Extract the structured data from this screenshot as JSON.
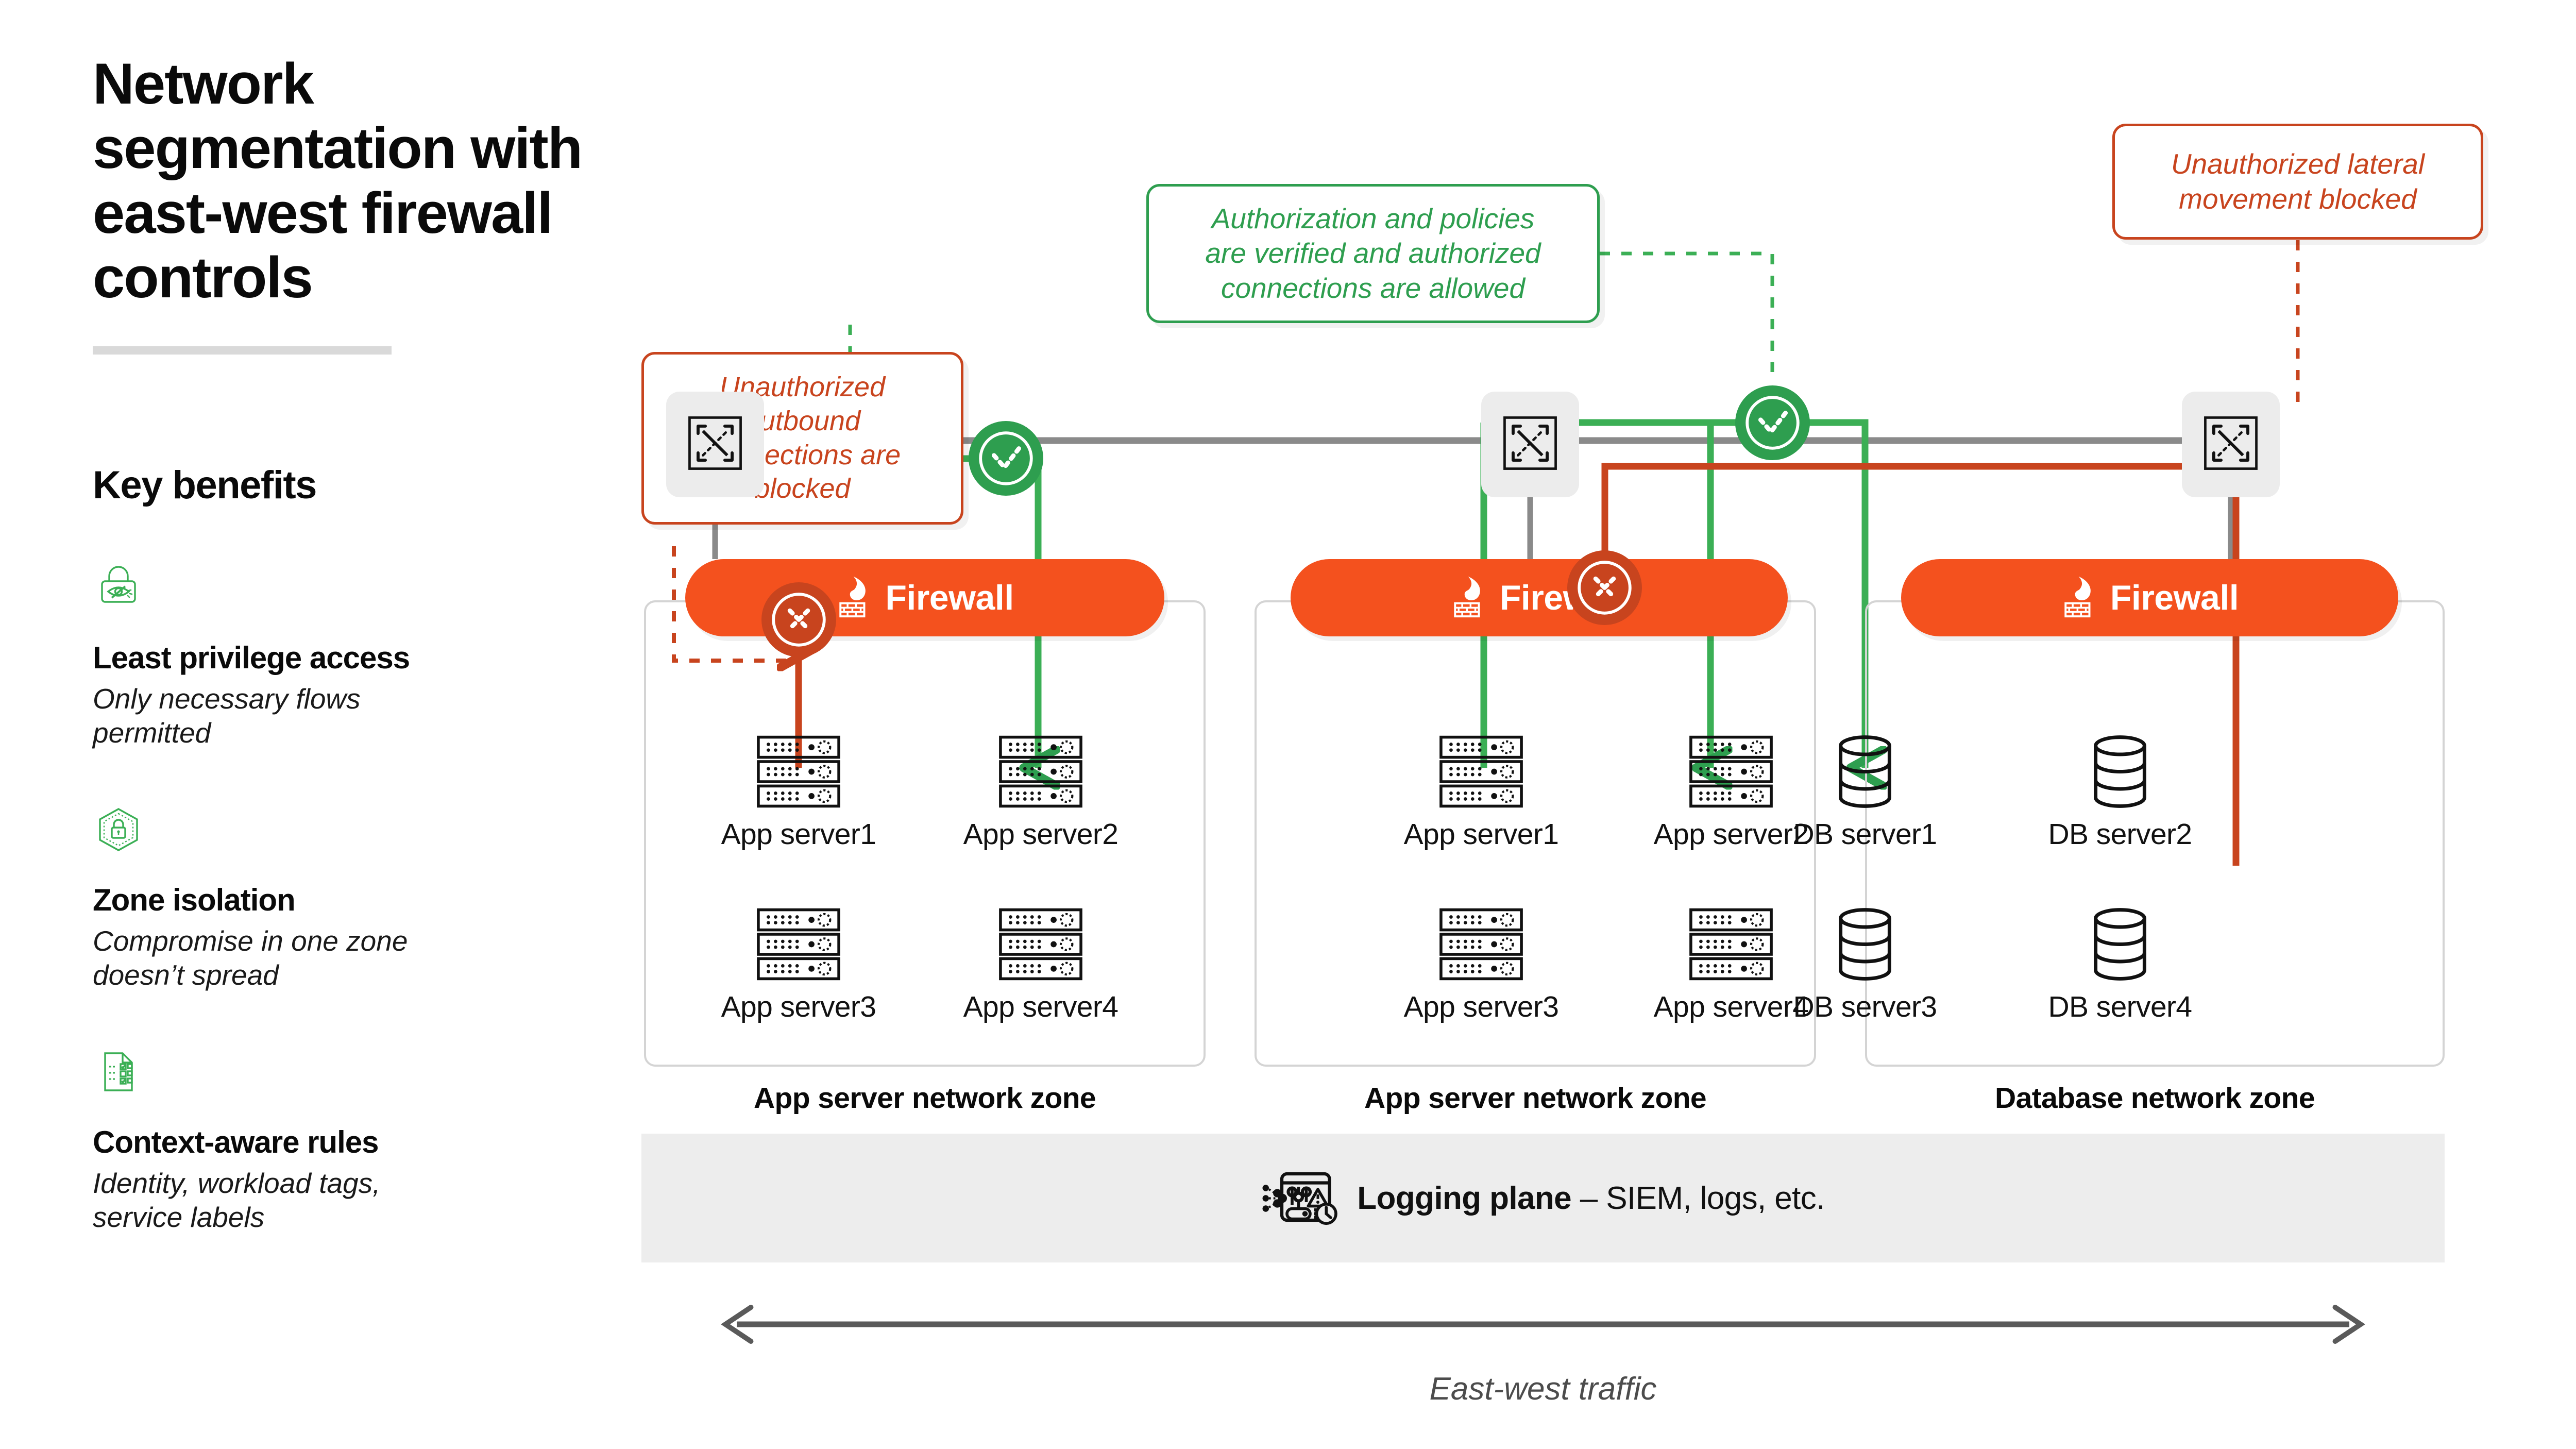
{
  "page": {
    "title": "Network segmentation with\neast-west firewall\ncontrols",
    "benefits_heading": "Key benefits"
  },
  "benefits": [
    {
      "icon": "lock-hidden-eye-icon",
      "name": "Least privilege access",
      "desc": "Only necessary flows\npermitted"
    },
    {
      "icon": "hexagon-padlock-icon",
      "name": "Zone isolation",
      "desc": "Compromise in one zone\ndoesn’t spread"
    },
    {
      "icon": "checklist-document-icon",
      "name": "Context-aware rules",
      "desc": "Identity, workload tags,\nservice labels"
    }
  ],
  "callouts": [
    {
      "id": "outbound",
      "type": "blocked",
      "text": "Unauthorized\noutbound\nconnections are\nblocked",
      "color": "#C8441E"
    },
    {
      "id": "authorized",
      "type": "allowed",
      "text": "Authorization and policies\nare verified and authorized\nconnections are allowed",
      "color": "#2E9E4F"
    },
    {
      "id": "lateral",
      "type": "blocked",
      "text": "Unauthorized lateral\nmovement blocked",
      "color": "#C8441E"
    }
  ],
  "firewalls": [
    {
      "label": "Firewall",
      "icon": "firewall-flame-brick-icon"
    },
    {
      "label": "Firewall",
      "icon": "firewall-flame-brick-icon"
    },
    {
      "label": "Firewall",
      "icon": "firewall-flame-brick-icon"
    }
  ],
  "switches": [
    {
      "icon": "network-switch-icon"
    },
    {
      "icon": "network-switch-icon"
    },
    {
      "icon": "network-switch-icon"
    }
  ],
  "zones": [
    {
      "label": "App server network zone",
      "node_type": "server",
      "nodes": [
        "App server1",
        "App server2",
        "App server3",
        "App server4"
      ]
    },
    {
      "label": "App server network zone",
      "node_type": "server",
      "nodes": [
        "App server1",
        "App server2",
        "App server3",
        "App server4"
      ]
    },
    {
      "label": "Database network zone",
      "node_type": "database",
      "nodes": [
        "DB server1",
        "DB server2",
        "DB server3",
        "DB server4"
      ]
    }
  ],
  "badges": [
    {
      "id": "blocked-left",
      "state": "blocked",
      "icon": "x-circle-icon"
    },
    {
      "id": "allowed-left",
      "state": "allowed",
      "icon": "check-circle-icon"
    },
    {
      "id": "blocked-middle",
      "state": "blocked",
      "icon": "x-circle-icon"
    },
    {
      "id": "allowed-right",
      "state": "allowed",
      "icon": "check-circle-icon"
    }
  ],
  "logging": {
    "icon": "logging-dashboard-icon",
    "label_bold": "Logging plane",
    "label_rest": " – SIEM, logs, etc."
  },
  "traffic_axis": {
    "caption": "East-west traffic",
    "icon": "double-arrow-horizontal-icon"
  },
  "colors": {
    "firewall_orange": "#F4511E",
    "blocked_red": "#C8441E",
    "allowed_green": "#2E9E4F",
    "backbone_gray": "#8a8a8a",
    "zone_border": "#d4d4d4",
    "panel_gray": "#ededed"
  }
}
